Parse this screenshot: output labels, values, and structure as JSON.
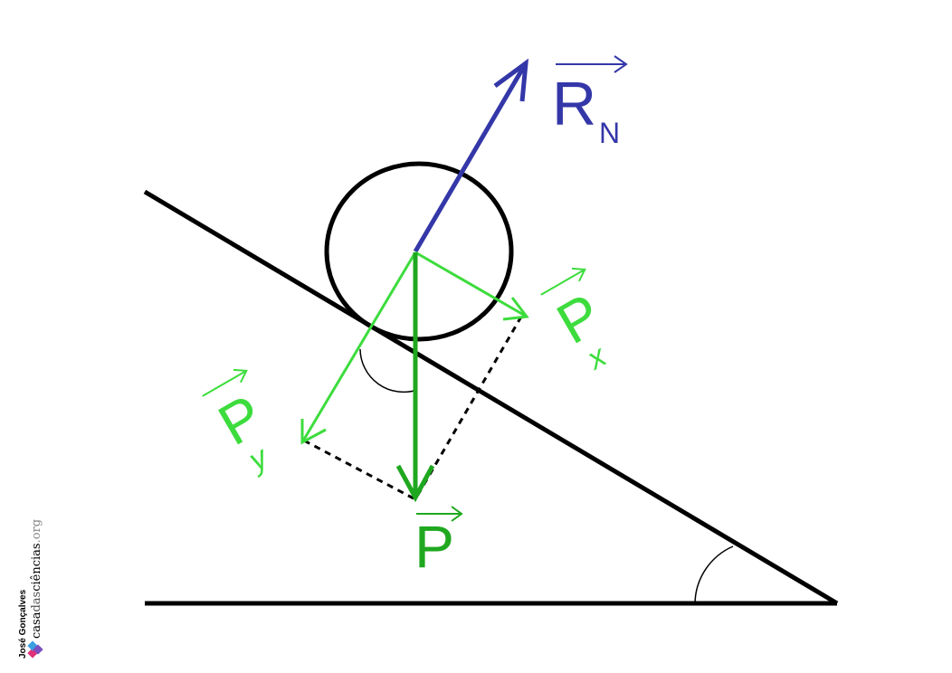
{
  "labels": {
    "normal_force": "R",
    "normal_force_sub": "N",
    "weight": "P",
    "weight_x": "P",
    "weight_x_sub": "x",
    "weight_y": "P",
    "weight_y_sub": "y"
  },
  "credit": {
    "author": "José Gonçalves",
    "site_a": "casa",
    "site_b": "das",
    "site_c": "ciências",
    "site_d": ".org"
  },
  "colors": {
    "normal_force": "#3437a8",
    "weight": "#1fa81f",
    "components": "#3ddc3d",
    "outline": "#000000"
  },
  "icons": {
    "logo": "casa-das-ciencias-logo"
  }
}
